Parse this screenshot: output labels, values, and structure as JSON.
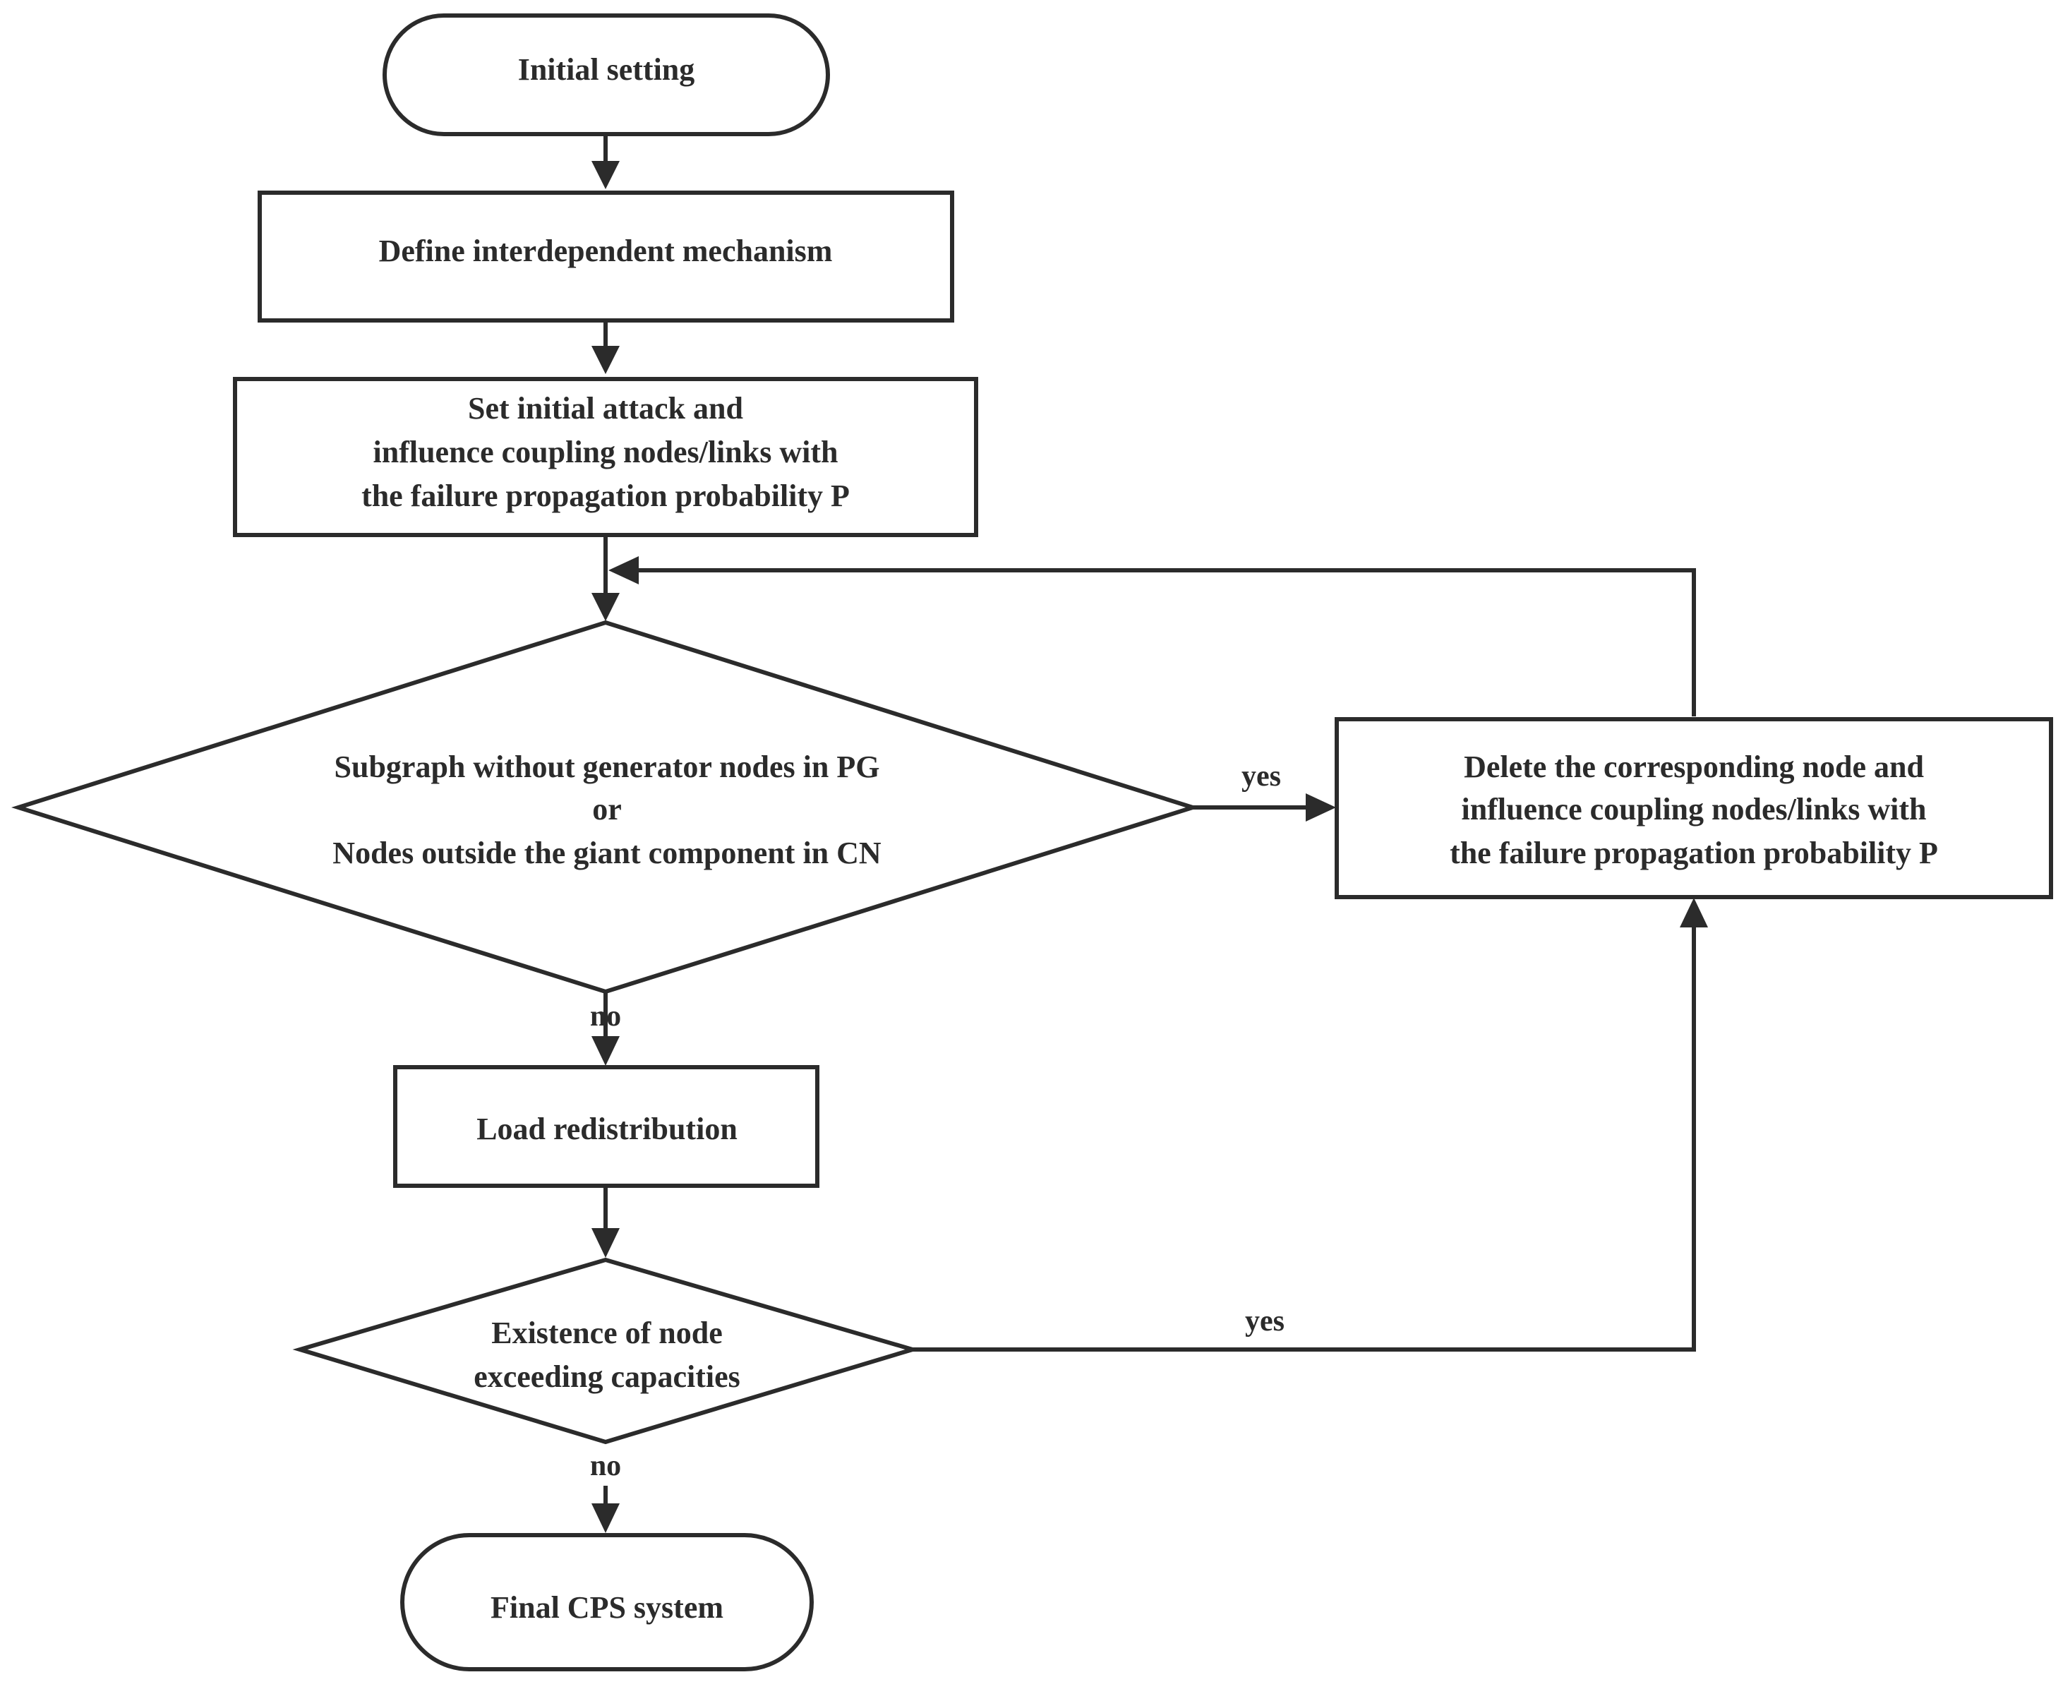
{
  "nodes": {
    "start": {
      "label": "Initial setting",
      "shape": "terminal"
    },
    "define": {
      "label": "Define interdependent mechanism",
      "shape": "process"
    },
    "attack": {
      "line1": "Set initial attack and",
      "line2": "influence coupling nodes/links with",
      "line3": "the failure propagation probability P",
      "shape": "process"
    },
    "check_subgraph": {
      "line1": "Subgraph without generator nodes in PG",
      "line2": "or",
      "line3": "Nodes outside the giant component in CN",
      "shape": "decision"
    },
    "delete": {
      "line1": "Delete the corresponding node and",
      "line2": "influence coupling nodes/links with",
      "line3": "the failure propagation probability P",
      "shape": "process"
    },
    "load": {
      "label": "Load redistribution",
      "shape": "process"
    },
    "check_capacity": {
      "line1": "Existence of node",
      "line2": "exceeding capacities",
      "shape": "decision"
    },
    "end": {
      "label": "Final CPS system",
      "shape": "terminal"
    }
  },
  "edges": {
    "subgraph_yes": "yes",
    "subgraph_no": "no",
    "capacity_yes": "yes",
    "capacity_no": "no"
  },
  "colors": {
    "stroke": "#2b2b2b",
    "fill": "#ffffff",
    "text": "#2b2b2b"
  }
}
